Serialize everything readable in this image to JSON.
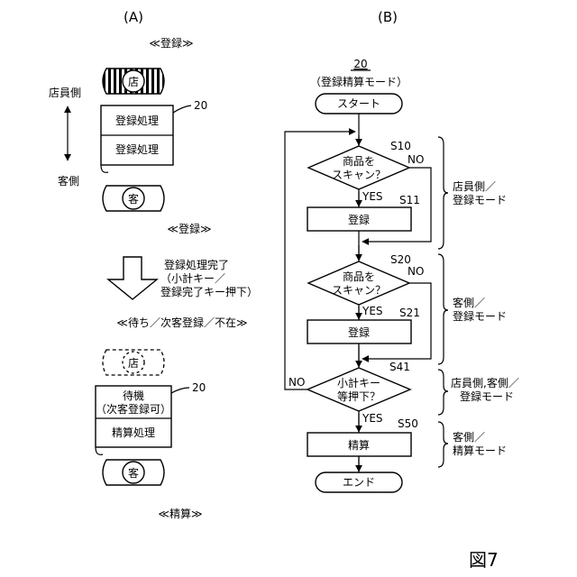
{
  "figure_label": "図7",
  "panel_a": {
    "label": "(A)",
    "state_register_top": "≪登録≫",
    "shop_side": "店員側",
    "customer_side": "客側",
    "shop_icon": "店",
    "customer_icon": "客",
    "device_ref": "20",
    "register_proc_1": "登録処理",
    "register_proc_2": "登録処理",
    "state_register_mid": "≪登録≫",
    "transition_line1": "登録処理完了",
    "transition_line2": "（小計キー／",
    "transition_line3": "登録完了キー押下）",
    "state_wait": "≪待ち／次客登録／不在≫",
    "shop_icon2": "店",
    "device_ref2": "20",
    "standby_line1": "待機",
    "standby_line2": "（次客登録可）",
    "settle_proc": "精算処理",
    "customer_icon2": "客",
    "state_settle": "≪精算≫"
  },
  "panel_b": {
    "label": "(B)",
    "ref": "20",
    "mode": "（登録精算モード）",
    "start": "スタート",
    "s10": "S10",
    "d1_line1": "商品を",
    "d1_line2": "スキャン？",
    "no1": "NO",
    "yes1": "YES",
    "s11": "S11",
    "register1": "登録",
    "s20": "S20",
    "d2_line1": "商品を",
    "d2_line2": "スキャン？",
    "no2": "NO",
    "yes2": "YES",
    "s21": "S21",
    "register2": "登録",
    "s41": "S41",
    "d3_line1": "小計キー",
    "d3_line2": "等押下？",
    "no3": "NO",
    "yes3": "YES",
    "s50": "S50",
    "settle": "精算",
    "end": "エンド",
    "bracket1_line1": "店員側／",
    "bracket1_line2": "登録モード",
    "bracket2_line1": "客側／",
    "bracket2_line2": "登録モード",
    "bracket3_line1": "店員側,客側／",
    "bracket3_line2": "登録モード",
    "bracket4_line1": "客側／",
    "bracket4_line2": "精算モード"
  }
}
